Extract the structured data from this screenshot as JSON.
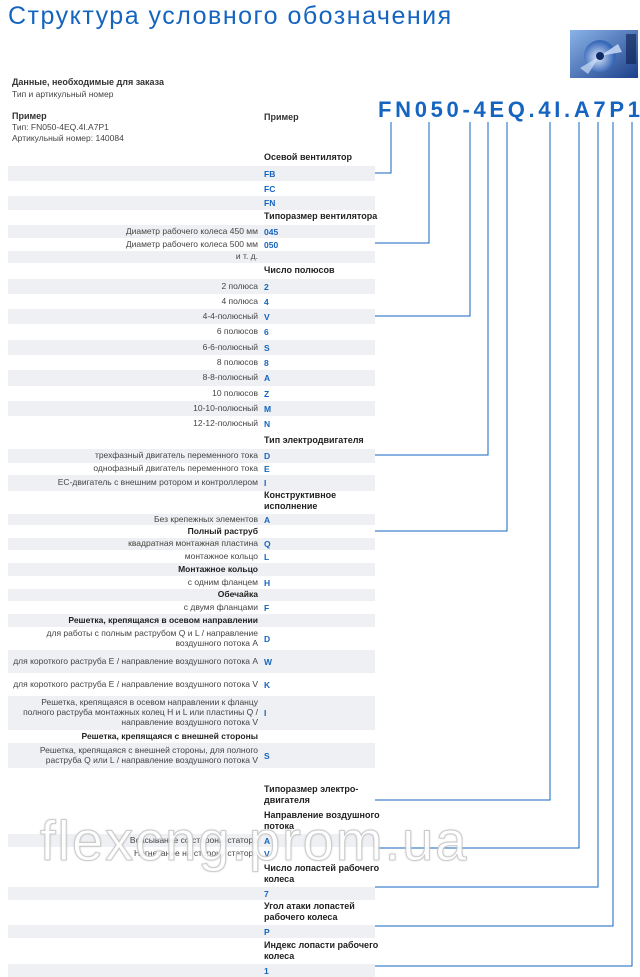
{
  "title": "Структура условного обозначения",
  "order_info": {
    "heading": "Данные, необходимые для заказа",
    "subheading": "Тип и артикульный  номер"
  },
  "example": {
    "heading": "Пример",
    "type_line": "Тип: FN050-4EQ.4I.A7P1",
    "article_line": "Артикульный  номер: 140084",
    "right_label": "Пример",
    "code_chars": [
      "F",
      "N",
      "0",
      "5",
      "0",
      "-",
      "4",
      "E",
      "Q",
      ".",
      "4",
      "I",
      ".",
      "A",
      "7",
      "P",
      "1"
    ]
  },
  "sections": [
    {
      "title": "Осевой вентилятор",
      "rows": [
        {
          "desc": "",
          "code": "FB"
        },
        {
          "desc": "",
          "code": "FC"
        },
        {
          "desc": "",
          "code": "FN"
        }
      ]
    },
    {
      "title": "Типоразмер вентилятора",
      "rows": [
        {
          "desc": "Диаметр рабочего колеса 450 мм",
          "code": "045"
        },
        {
          "desc": "Диаметр рабочего колеса 500 мм",
          "code": "050"
        },
        {
          "desc": "и т. д.",
          "code": ""
        }
      ]
    },
    {
      "title": "Число полюсов",
      "rows": [
        {
          "desc": "2 полюса",
          "code": "2"
        },
        {
          "desc": "4 полюса",
          "code": "4"
        },
        {
          "desc": "4-4-полюсный",
          "code": "V"
        },
        {
          "desc": "6 полюсов",
          "code": "6"
        },
        {
          "desc": "6-6-полюсный",
          "code": "S"
        },
        {
          "desc": "8 полюсов",
          "code": "8"
        },
        {
          "desc": "8-8-полюсный",
          "code": "A"
        },
        {
          "desc": "10 полюсов",
          "code": "Z"
        },
        {
          "desc": "10-10-полюсный",
          "code": "M"
        },
        {
          "desc": "12-12-полюсный",
          "code": "N"
        }
      ]
    },
    {
      "title": "Тип электродвигателя",
      "rows": [
        {
          "desc": "трехфазный двигатель переменного тока",
          "code": "D"
        },
        {
          "desc": "однофазный двигатель переменного тока",
          "code": "E"
        },
        {
          "desc": "ЕС-двигатель с внешним ротором и контроллером",
          "code": "I"
        }
      ]
    },
    {
      "title": "Конструктивное исполнение",
      "rows": [
        {
          "desc": "Без крепежных элементов",
          "code": "A"
        },
        {
          "desc": "Полный раструб",
          "code": "",
          "bold": true
        },
        {
          "desc": "квадратная монтажная пластина",
          "code": "Q"
        },
        {
          "desc": "монтажное кольцо",
          "code": "L"
        },
        {
          "desc": "Монтажное кольцо",
          "code": "",
          "bold": true
        },
        {
          "desc": "с одним фланцем",
          "code": "H"
        },
        {
          "desc": "Обечайка",
          "code": "",
          "bold": true
        },
        {
          "desc": "с двумя фланцами",
          "code": "F"
        },
        {
          "desc": "Решетка, крепящаяся в осевом направлении",
          "code": "",
          "bold": true
        },
        {
          "desc": "для работы с полным раструбом Q и L / направление воздушного потока A",
          "code": "D"
        },
        {
          "desc": "для короткого раструба E / направление воздушного потока A",
          "code": "W"
        },
        {
          "desc": "для короткого раструба E / направление воздушного потока V",
          "code": "K"
        },
        {
          "desc": "Решетка, крепящаяся в осевом направлении к фланцу полного раструба монтажных колец H и L или пластины Q / направление воздушного потока V",
          "code": "I"
        },
        {
          "desc": "Решетка, крепящаяся с внешней стороны",
          "code": "",
          "bold": true
        },
        {
          "desc": "Решетка, крепящаяся с внешней стороны, для полного раструба Q или L / направление воздушного потока V",
          "code": "S"
        }
      ]
    },
    {
      "title": "Типоразмер электро-двигателя",
      "rows": []
    },
    {
      "title": "Направление воздушного потока",
      "rows": [
        {
          "desc": "Всасывание со стороны статора",
          "code": "A"
        },
        {
          "desc": "Нагнетание на сторону статора",
          "code": "V"
        }
      ]
    },
    {
      "title": "Число лопастей рабочего колеса",
      "rows": [
        {
          "desc": "",
          "code": "7"
        }
      ]
    },
    {
      "title": "Угол атаки лопастей рабочего колеса",
      "rows": [
        {
          "desc": "",
          "code": "P"
        }
      ]
    },
    {
      "title": "Индекс лопасти рабочего колеса",
      "rows": [
        {
          "desc": "",
          "code": "1"
        }
      ]
    }
  ],
  "watermark": "flexcng.prom.ua",
  "colors": {
    "accent": "#1565c0",
    "line": "#1565c0",
    "shade": "#eef0f3"
  }
}
